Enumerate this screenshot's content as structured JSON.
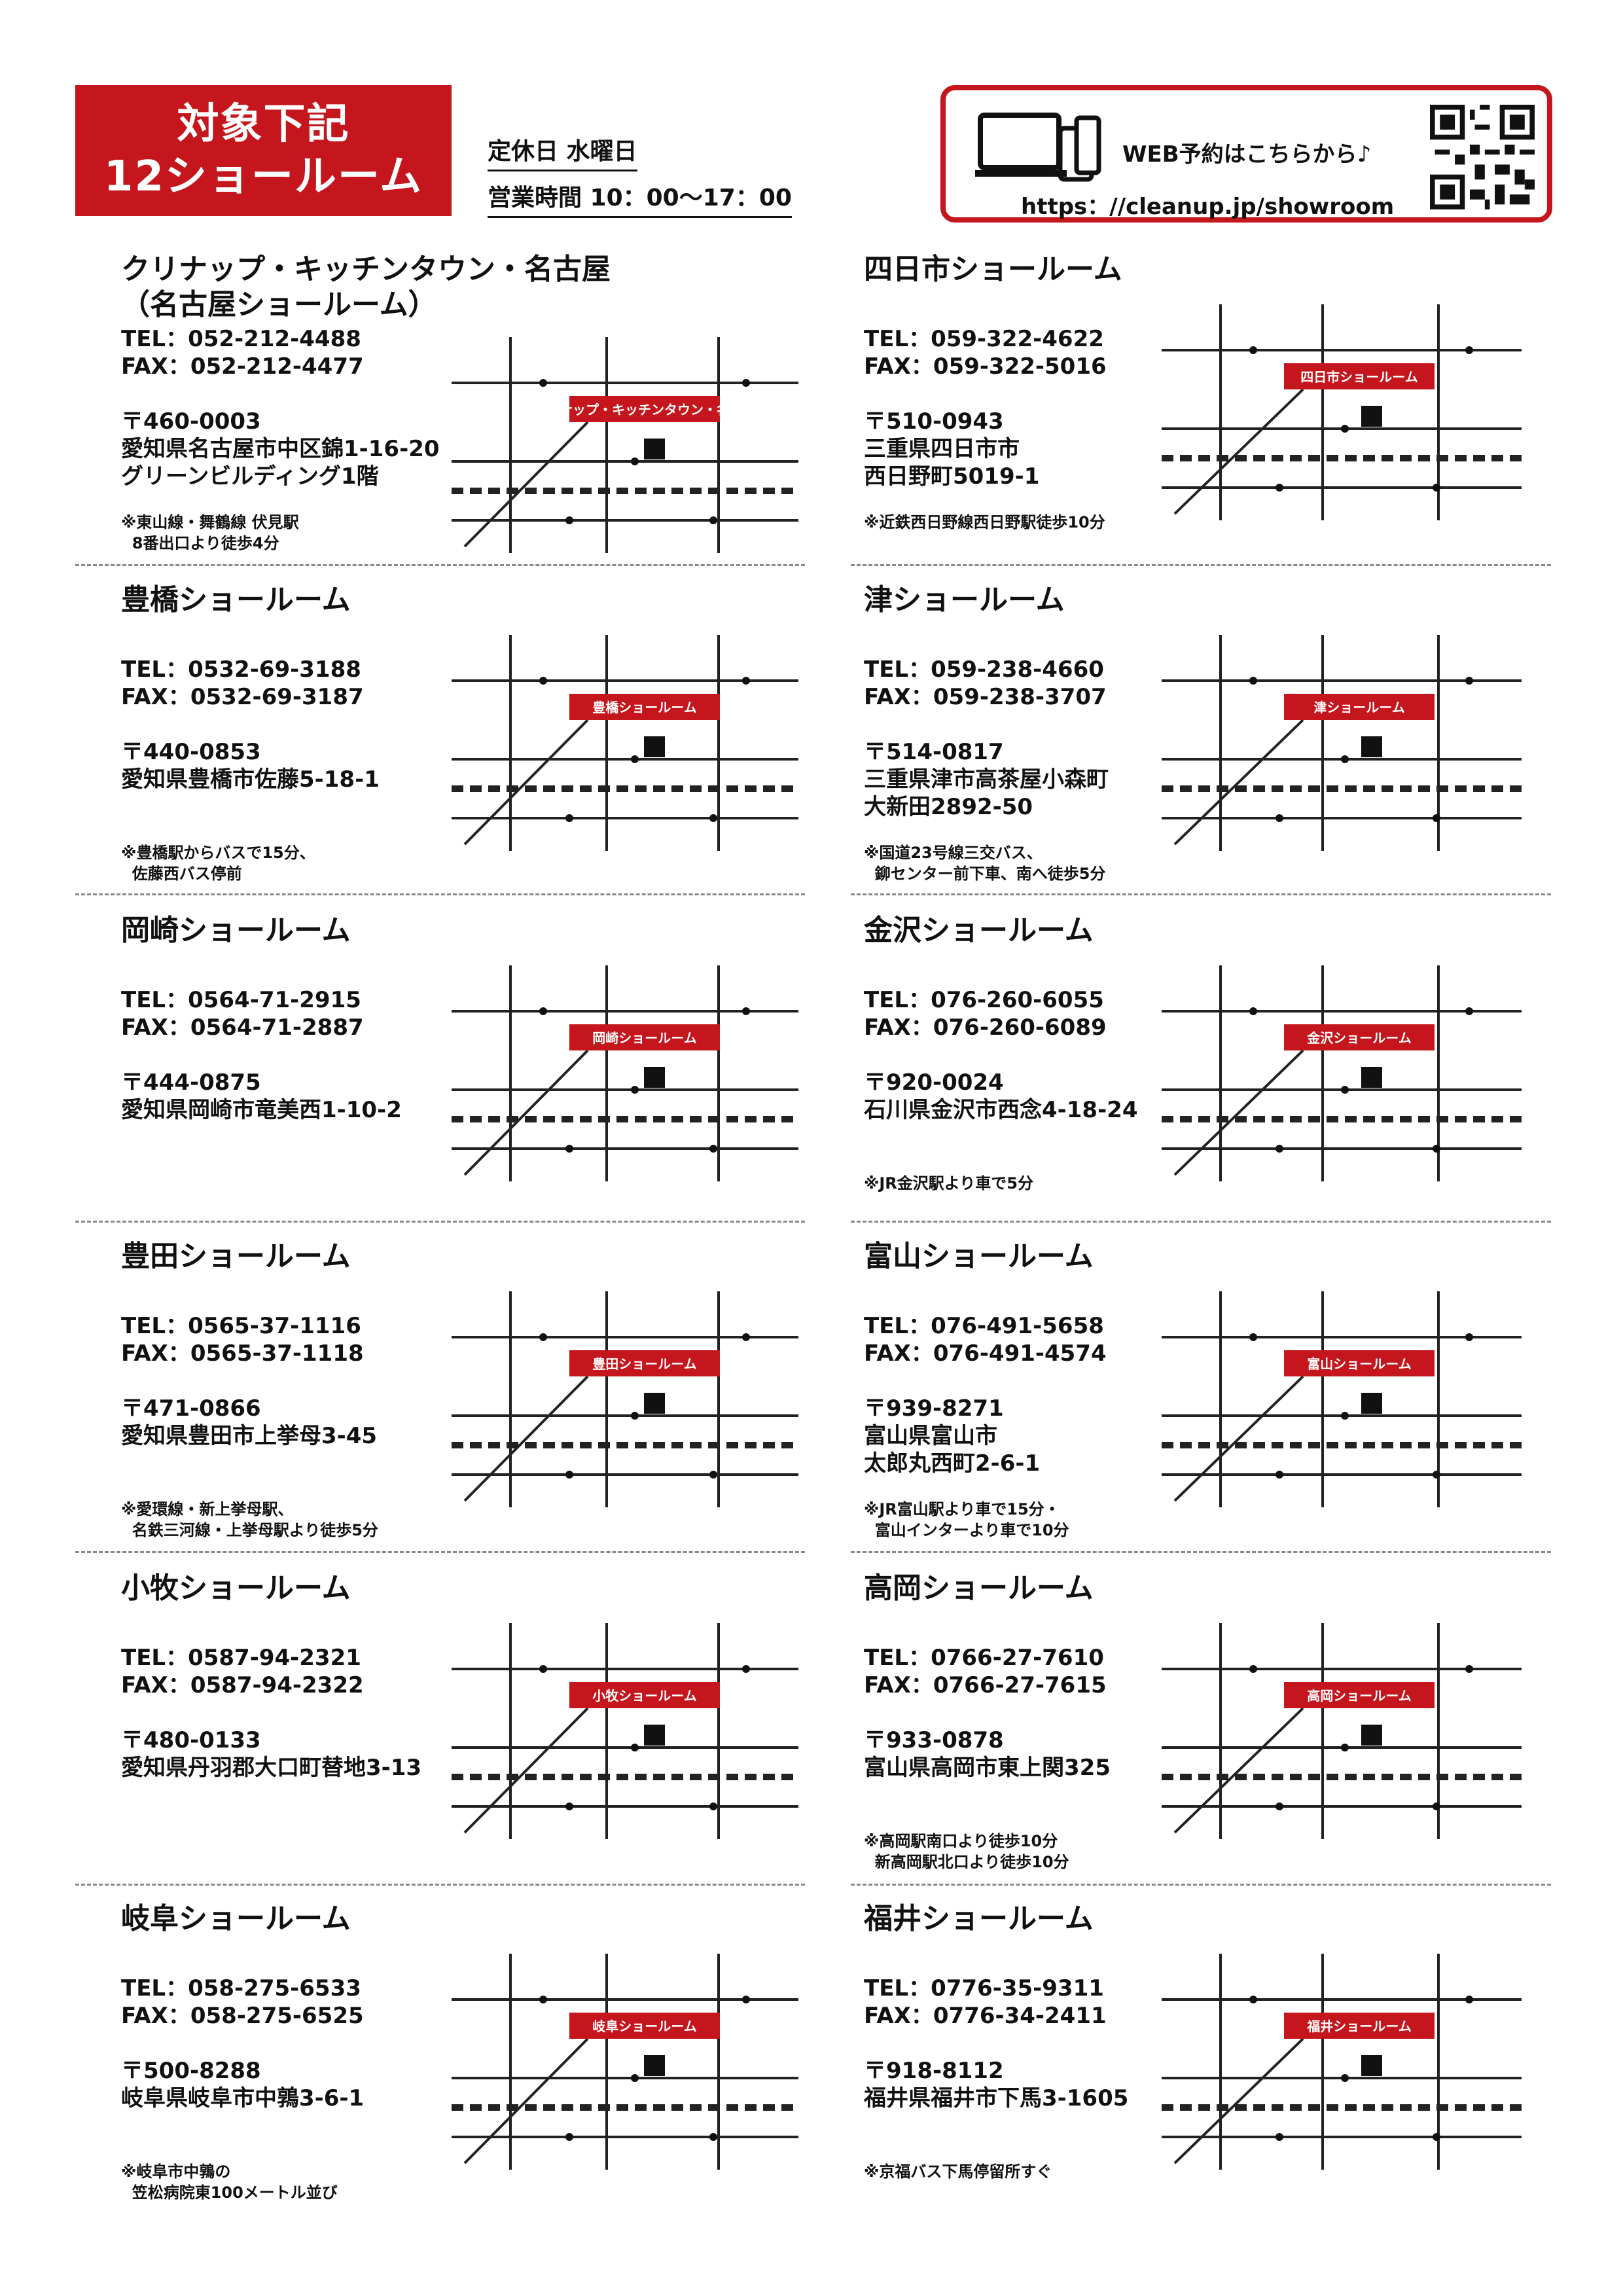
{
  "header": {
    "title_line1": "対象下記",
    "title_line2": "12ショールーム",
    "closed": "定休日 水曜日",
    "hours": "営業時間 10：00〜17：00",
    "web_label": "WEB予約はこちらから♪",
    "web_url": "https：//cleanup.jp/showroom"
  },
  "showrooms": [
    {
      "name": "クリナップ・キッチンタウン・名古屋",
      "name2": "（名古屋ショールーム）",
      "tel": "TEL：052-212-4488",
      "fax": "FAX：052-212-4477",
      "zip": "〒460-0003",
      "addr1": "愛知県名古屋市中区錦1-16-20",
      "addr2": "グリーンビルディング1階",
      "note": "※東山線・舞鶴線 伏見駅\n  8番出口より徒歩4分",
      "map_label": "クリナップ・キッチンタウン・名古屋"
    },
    {
      "name": "四日市ショールーム",
      "name2": "",
      "tel": "TEL：059-322-4622",
      "fax": "FAX：059-322-5016",
      "zip": "〒510-0943",
      "addr1": "三重県四日市市",
      "addr2": "西日野町5019-1",
      "note": "※近鉄西日野線西日野駅徒歩10分",
      "map_label": "四日市ショールーム"
    },
    {
      "name": "豊橋ショールーム",
      "name2": "",
      "tel": "TEL：0532-69-3188",
      "fax": "FAX：0532-69-3187",
      "zip": "〒440-0853",
      "addr1": "愛知県豊橋市佐藤5-18-1",
      "addr2": "",
      "note": "※豊橋駅からバスで15分、\n  佐藤西バス停前",
      "map_label": "豊橋ショールーム"
    },
    {
      "name": "津ショールーム",
      "name2": "",
      "tel": "TEL：059-238-4660",
      "fax": "FAX：059-238-3707",
      "zip": "〒514-0817",
      "addr1": "三重県津市高茶屋小森町",
      "addr2": "大新田2892-50",
      "note": "※国道23号線三交バス、\n  鉚センター前下車、南へ徒歩5分",
      "map_label": "津ショールーム"
    },
    {
      "name": "岡崎ショールーム",
      "name2": "",
      "tel": "TEL：0564-71-2915",
      "fax": "FAX：0564-71-2887",
      "zip": "〒444-0875",
      "addr1": "愛知県岡崎市竜美西1-10-2",
      "addr2": "",
      "note": "",
      "map_label": "岡崎ショールーム"
    },
    {
      "name": "金沢ショールーム",
      "name2": "",
      "tel": "TEL：076-260-6055",
      "fax": "FAX：076-260-6089",
      "zip": "〒920-0024",
      "addr1": "石川県金沢市西念4-18-24",
      "addr2": "",
      "note": "※JR金沢駅より車で5分",
      "map_label": "金沢ショールーム"
    },
    {
      "name": "豊田ショールーム",
      "name2": "",
      "tel": "TEL：0565-37-1116",
      "fax": "FAX：0565-37-1118",
      "zip": "〒471-0866",
      "addr1": "愛知県豊田市上挙母3-45",
      "addr2": "",
      "note": "※愛環線・新上挙母駅、\n  名鉄三河線・上挙母駅より徒歩5分",
      "map_label": "豊田ショールーム"
    },
    {
      "name": "富山ショールーム",
      "name2": "",
      "tel": "TEL：076-491-5658",
      "fax": "FAX：076-491-4574",
      "zip": "〒939-8271",
      "addr1": "富山県富山市",
      "addr2": "太郎丸西町2-6-1",
      "note": "※JR富山駅より車で15分・\n  富山インターより車で10分",
      "map_label": "富山ショールーム"
    },
    {
      "name": "小牧ショールーム",
      "name2": "",
      "tel": "TEL：0587-94-2321",
      "fax": "FAX：0587-94-2322",
      "zip": "〒480-0133",
      "addr1": "愛知県丹羽郡大口町替地3-13",
      "addr2": "",
      "note": "",
      "map_label": "小牧ショールーム"
    },
    {
      "name": "高岡ショールーム",
      "name2": "",
      "tel": "TEL：0766-27-7610",
      "fax": "FAX：0766-27-7615",
      "zip": "〒933-0878",
      "addr1": "富山県高岡市東上関325",
      "addr2": "",
      "note": "※高岡駅南口より徒歩10分\n  新高岡駅北口より徒歩10分",
      "map_label": "高岡ショールーム"
    },
    {
      "name": "岐阜ショールーム",
      "name2": "",
      "tel": "TEL：058-275-6533",
      "fax": "FAX：058-275-6525",
      "zip": "〒500-8288",
      "addr1": "岐阜県岐阜市中鶉3-6-1",
      "addr2": "",
      "note": "※岐阜市中鶉の\n  笠松病院東100メートル並び",
      "map_label": "岐阜ショールーム"
    },
    {
      "name": "福井ショールーム",
      "name2": "",
      "tel": "TEL：0776-35-9311",
      "fax": "FAX：0776-34-2411",
      "zip": "〒918-8112",
      "addr1": "福井県福井市下馬3-1605",
      "addr2": "",
      "note": "※京福バス下馬停留所すぐ",
      "map_label": "福井ショールーム"
    }
  ]
}
